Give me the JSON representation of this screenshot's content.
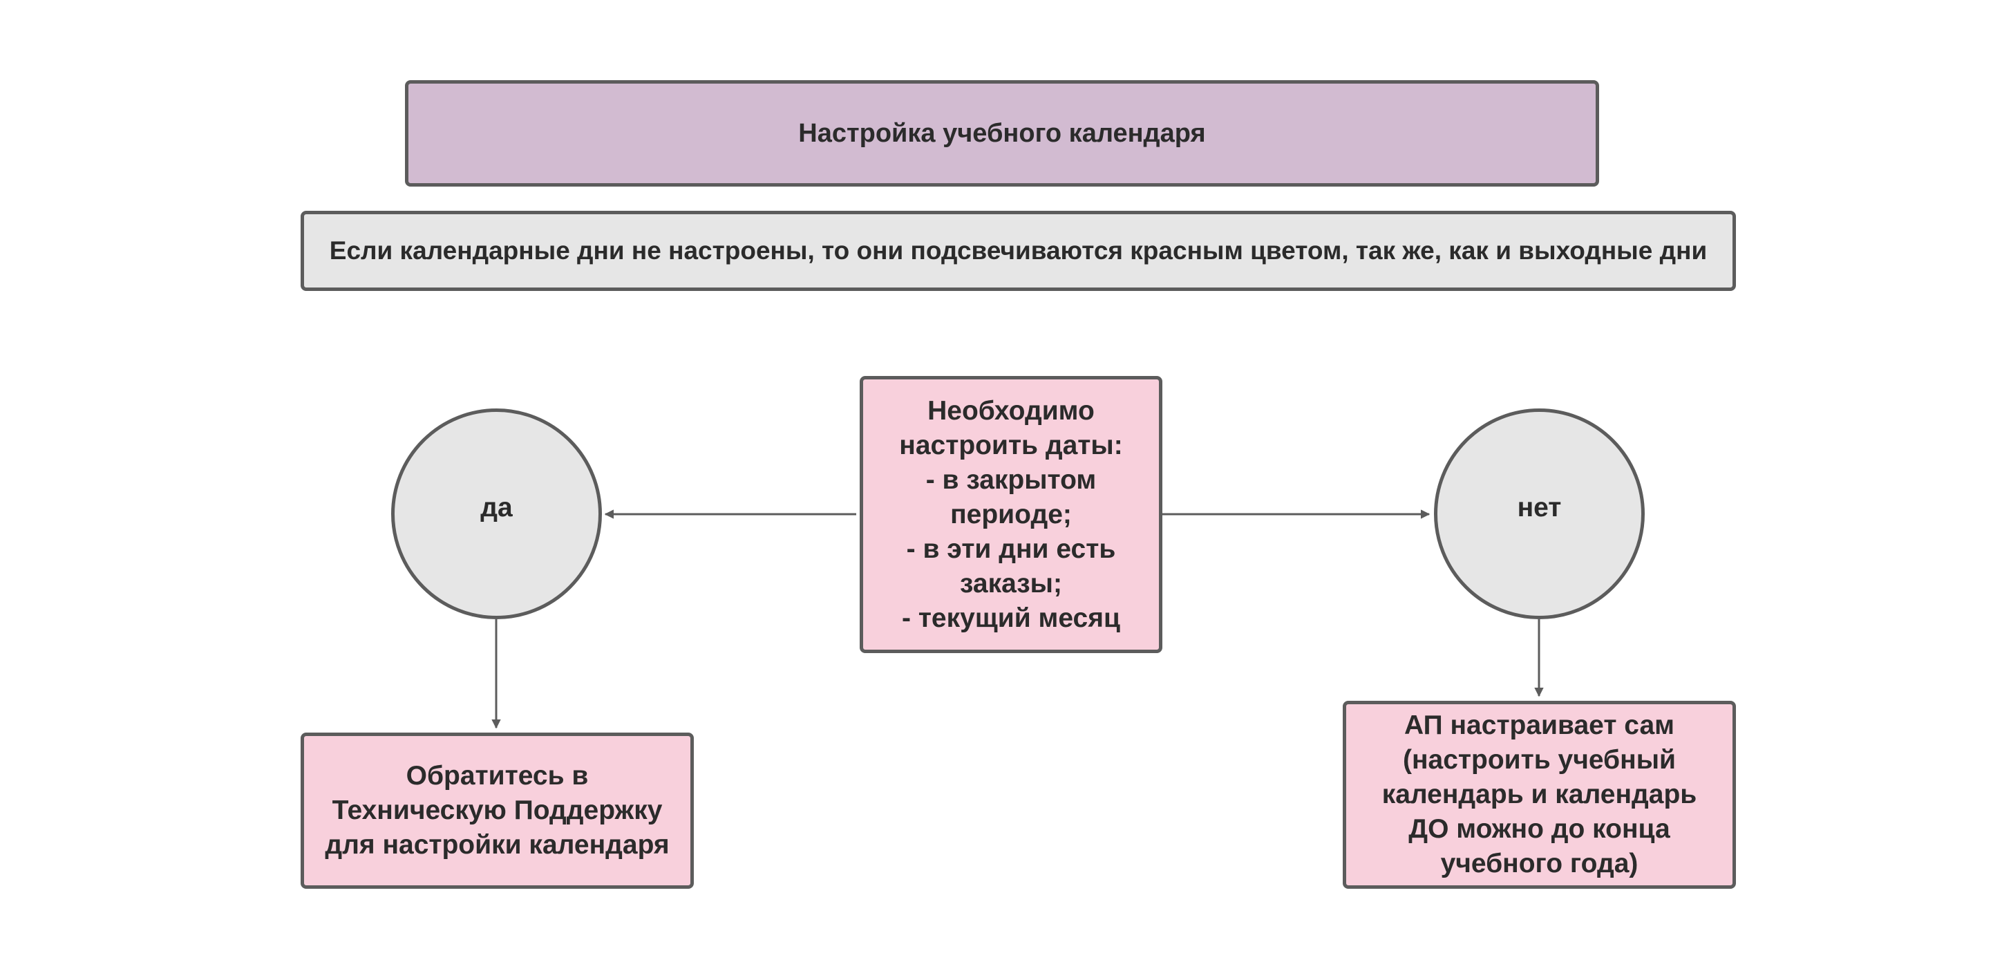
{
  "diagram": {
    "title": "Настройка учебного календаря",
    "note": "Если календарные дни не настроены, то они подсвечиваются красным цветом, так же, как и выходные дни",
    "question": "Необходимо\nнастроить даты:\n- в закрытом\nпериоде;\n- в эти дни есть\nзаказы;\n- текущий месяц",
    "yes_label": "да",
    "no_label": "нет",
    "yes_outcome": "Обратитесь в\nТехническую Поддержку\nдля настройки календаря",
    "no_outcome": "АП настраивает сам\n(настроить учебный\nкалендарь и календарь\nДО можно до конца\nучебного года)"
  },
  "colors": {
    "title_fill": "#d2bbd1",
    "note_fill": "#e6e6e6",
    "decision_fill": "#f8d0dc",
    "circle_fill": "#e6e6e6",
    "border": "#5c5c5c",
    "connector": "#5c5c5c"
  }
}
